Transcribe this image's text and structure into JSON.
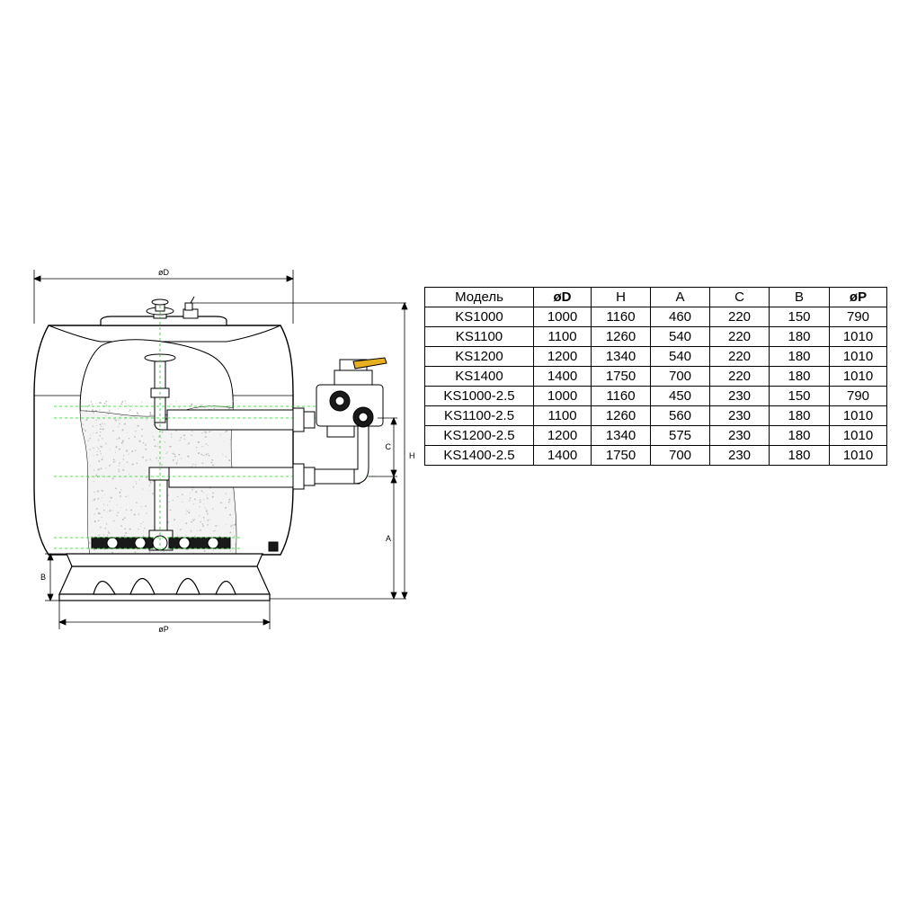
{
  "colors": {
    "green_dash": "#22cc22",
    "sand_dots": "#bbbbbb",
    "tank_fill": "#ffffff",
    "valve_handle": "#e8b020",
    "stroke": "#000000"
  },
  "dimension_labels": {
    "diameter": "øD",
    "height": "H",
    "inlet_height": "A",
    "port_spacing": "C",
    "base_height": "B",
    "base_diameter": "øP"
  },
  "table": {
    "headers": [
      "Модель",
      "øD",
      "H",
      "A",
      "C",
      "B",
      "øP"
    ],
    "rows": [
      [
        "KS1000",
        "1000",
        "1160",
        "460",
        "220",
        "150",
        "790"
      ],
      [
        "KS1100",
        "1100",
        "1260",
        "540",
        "220",
        "180",
        "1010"
      ],
      [
        "KS1200",
        "1200",
        "1340",
        "540",
        "220",
        "180",
        "1010"
      ],
      [
        "KS1400",
        "1400",
        "1750",
        "700",
        "220",
        "180",
        "1010"
      ],
      [
        "KS1000-2.5",
        "1000",
        "1160",
        "450",
        "230",
        "150",
        "790"
      ],
      [
        "KS1100-2.5",
        "1100",
        "1260",
        "560",
        "230",
        "180",
        "1010"
      ],
      [
        "KS1200-2.5",
        "1200",
        "1340",
        "575",
        "230",
        "180",
        "1010"
      ],
      [
        "KS1400-2.5",
        "1400",
        "1750",
        "700",
        "230",
        "180",
        "1010"
      ]
    ]
  }
}
